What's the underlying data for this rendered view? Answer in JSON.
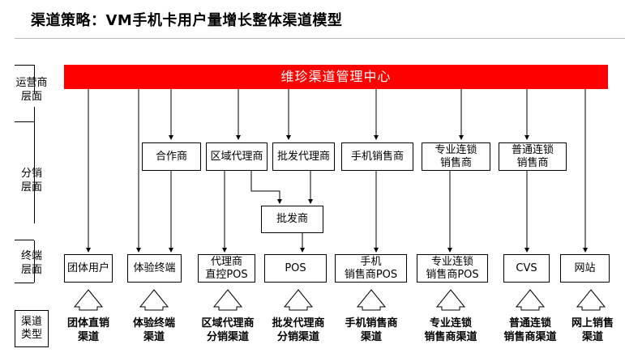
{
  "title": "渠道策略：VM手机卡用户量增长整体渠道模型",
  "layers": {
    "operator": "运营商\n层面",
    "distribution": "分销\n层面",
    "terminal": "终端\n层面",
    "channel_type": "渠道\n类型"
  },
  "center": "维珍渠道管理中心",
  "distributors": [
    "合作商",
    "区域代理商",
    "批发代理商",
    "手机销售商",
    "专业连锁\n销售商",
    "普通连锁\n销售商"
  ],
  "wholesaler": "批发商",
  "terminals": [
    "团体用户",
    "体验终端",
    "代理商\n直控POS",
    "POS",
    "手机\n销售商POS",
    "专业连锁\n销售商POS",
    "CVS",
    "网站"
  ],
  "channels": [
    "团体直销\n渠道",
    "体验终端\n渠道",
    "区域代理商\n分销渠道",
    "批发代理商\n分销渠道",
    "手机销售商\n渠道",
    "专业连锁\n销售商渠道",
    "普通连锁\n销售商渠道",
    "网上销售\n渠道"
  ],
  "colors": {
    "center_bar": "#ff0000",
    "center_text": "#ffffff",
    "lines": "#000000"
  }
}
